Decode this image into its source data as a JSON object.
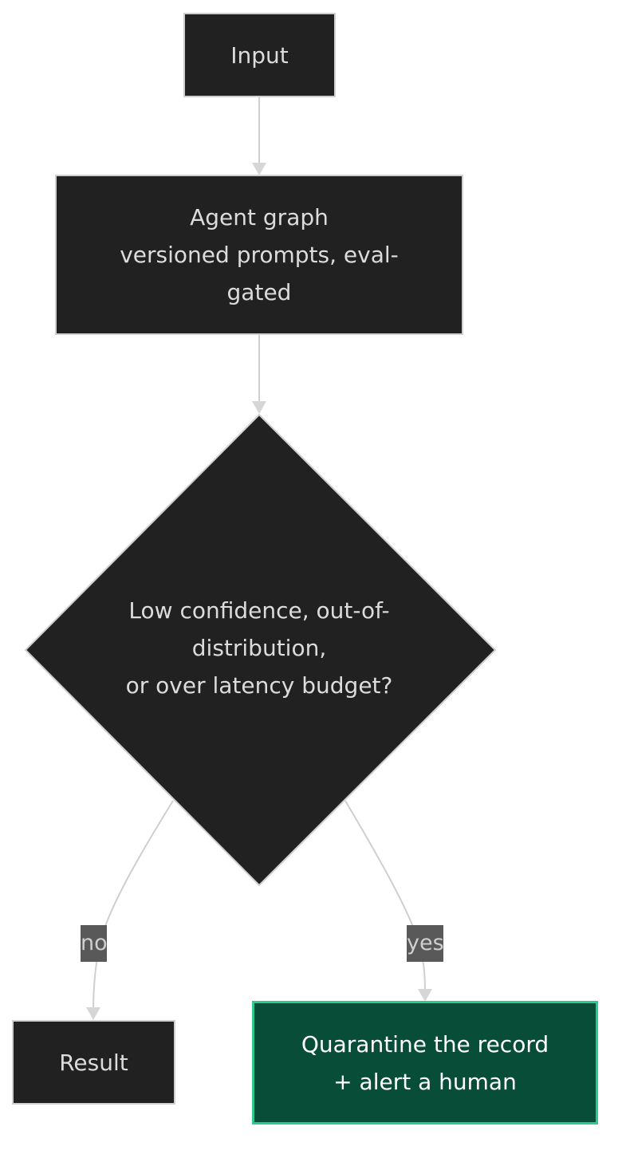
{
  "nodes": {
    "input": {
      "label": "Input"
    },
    "agent": {
      "lines": [
        "Agent graph",
        "versioned prompts, eval-",
        "gated"
      ]
    },
    "decision": {
      "lines": [
        "Low confidence, out-of-",
        "distribution,",
        "or over latency budget?"
      ]
    },
    "result": {
      "label": "Result"
    },
    "quarantine": {
      "lines": [
        "Quarantine the record",
        "+ alert a human"
      ]
    }
  },
  "edges": {
    "no_label": "no",
    "yes_label": "yes"
  },
  "colors": {
    "node_fill": "#212121",
    "node_border": "#cfcfcf",
    "alert_fill": "#074d38",
    "alert_border": "#2ec98f",
    "edge": "#cfcfcf",
    "edge_label_bg": "#595959"
  }
}
